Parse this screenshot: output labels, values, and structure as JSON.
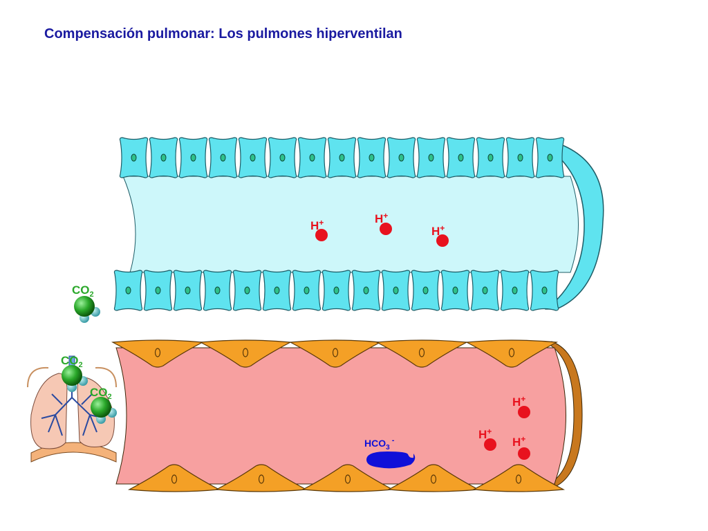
{
  "title": "Compensación pulmonar: Los pulmones hiperventilan",
  "labels": {
    "co2_main": "CO",
    "co2_main_sub": "2",
    "co2_lung_top": "CO",
    "co2_lung_top_sub": "2",
    "co2_lung_right": "CO",
    "co2_lung_right_sub": "2",
    "h_tubule_1": "H",
    "h_tubule_2": "H",
    "h_tubule_3": "H",
    "h_vessel_1": "H",
    "h_vessel_2": "H",
    "h_vessel_3": "H",
    "plus": "+",
    "hco3": "HCO",
    "hco3_sub": "3",
    "hco3_sup": "-"
  },
  "colors": {
    "title": "#1a1aa0",
    "tubule_cell": "#5fe3ef",
    "tubule_lumen": "#cdf7fa",
    "vessel_lumen": "#f7a0a0",
    "endothelial_cell": "#f4a026",
    "hydrogen": "#e8121e",
    "co2_carbon": "#2aa82a",
    "bicarbonate": "#1010d8"
  }
}
